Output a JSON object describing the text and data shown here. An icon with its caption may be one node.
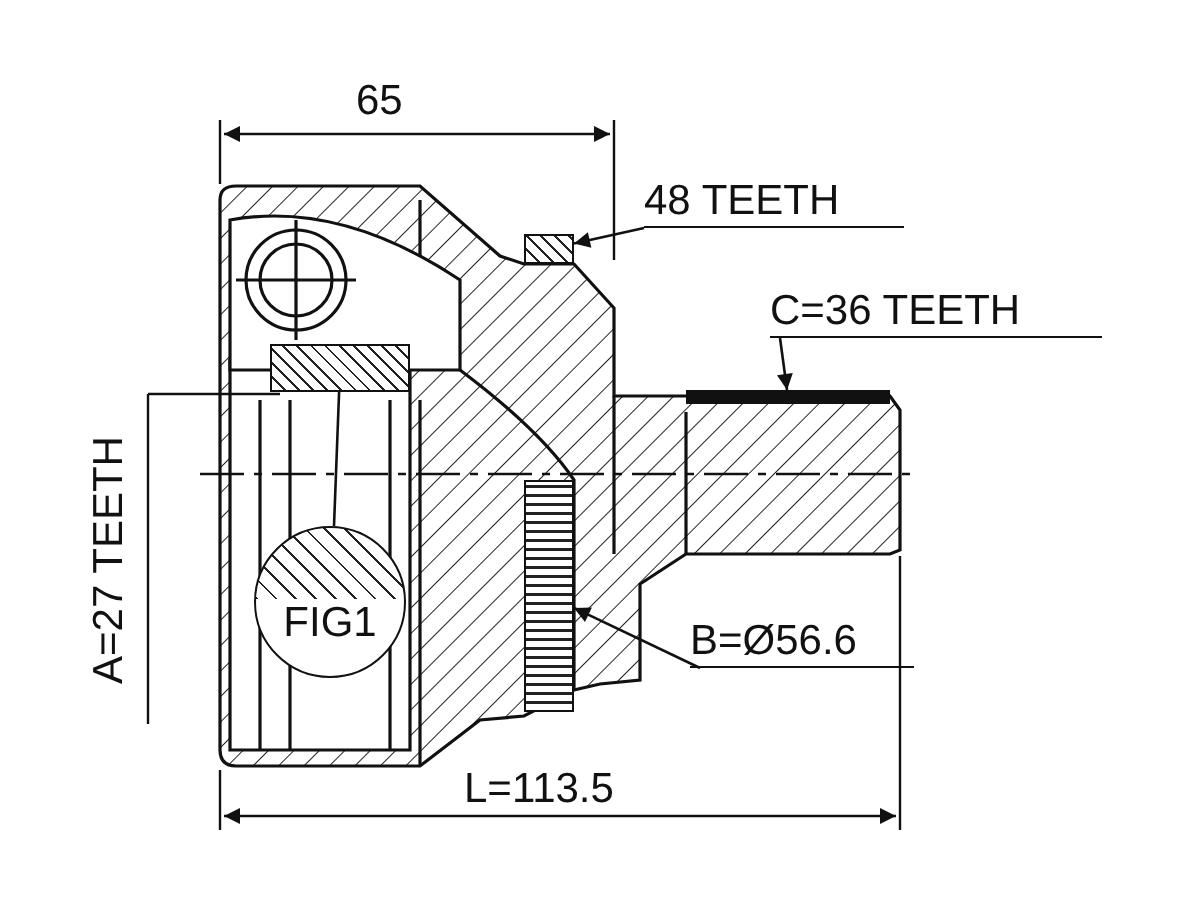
{
  "diagram": {
    "nodes": [
      {
        "text": [
          "48 TEETH"
        ]
      },
      {
        "text": [],
        "shape": "box"
      },
      {
        "text": [
          "C=36 TEETH"
        ]
      },
      {
        "text": [],
        "shape": "bar"
      },
      {
        "text": [
          "B=Ø56.6"
        ]
      },
      {
        "text": [],
        "shape": "ring"
      },
      {
        "text": [
          "FIG1"
        ]
      },
      {
        "text": [],
        "shape": "box"
      }
    ],
    "edges": [
      {
        "from": 0,
        "to": 1,
        "arrow": "to"
      },
      {
        "from": 2,
        "to": 3,
        "arrow": "to"
      },
      {
        "from": 4,
        "to": 5,
        "arrow": "to"
      },
      {
        "from": 6,
        "to": 7,
        "arrow": "none"
      }
    ],
    "labels": [
      "65",
      "A=27 TEETH",
      "L=113.5"
    ]
  }
}
